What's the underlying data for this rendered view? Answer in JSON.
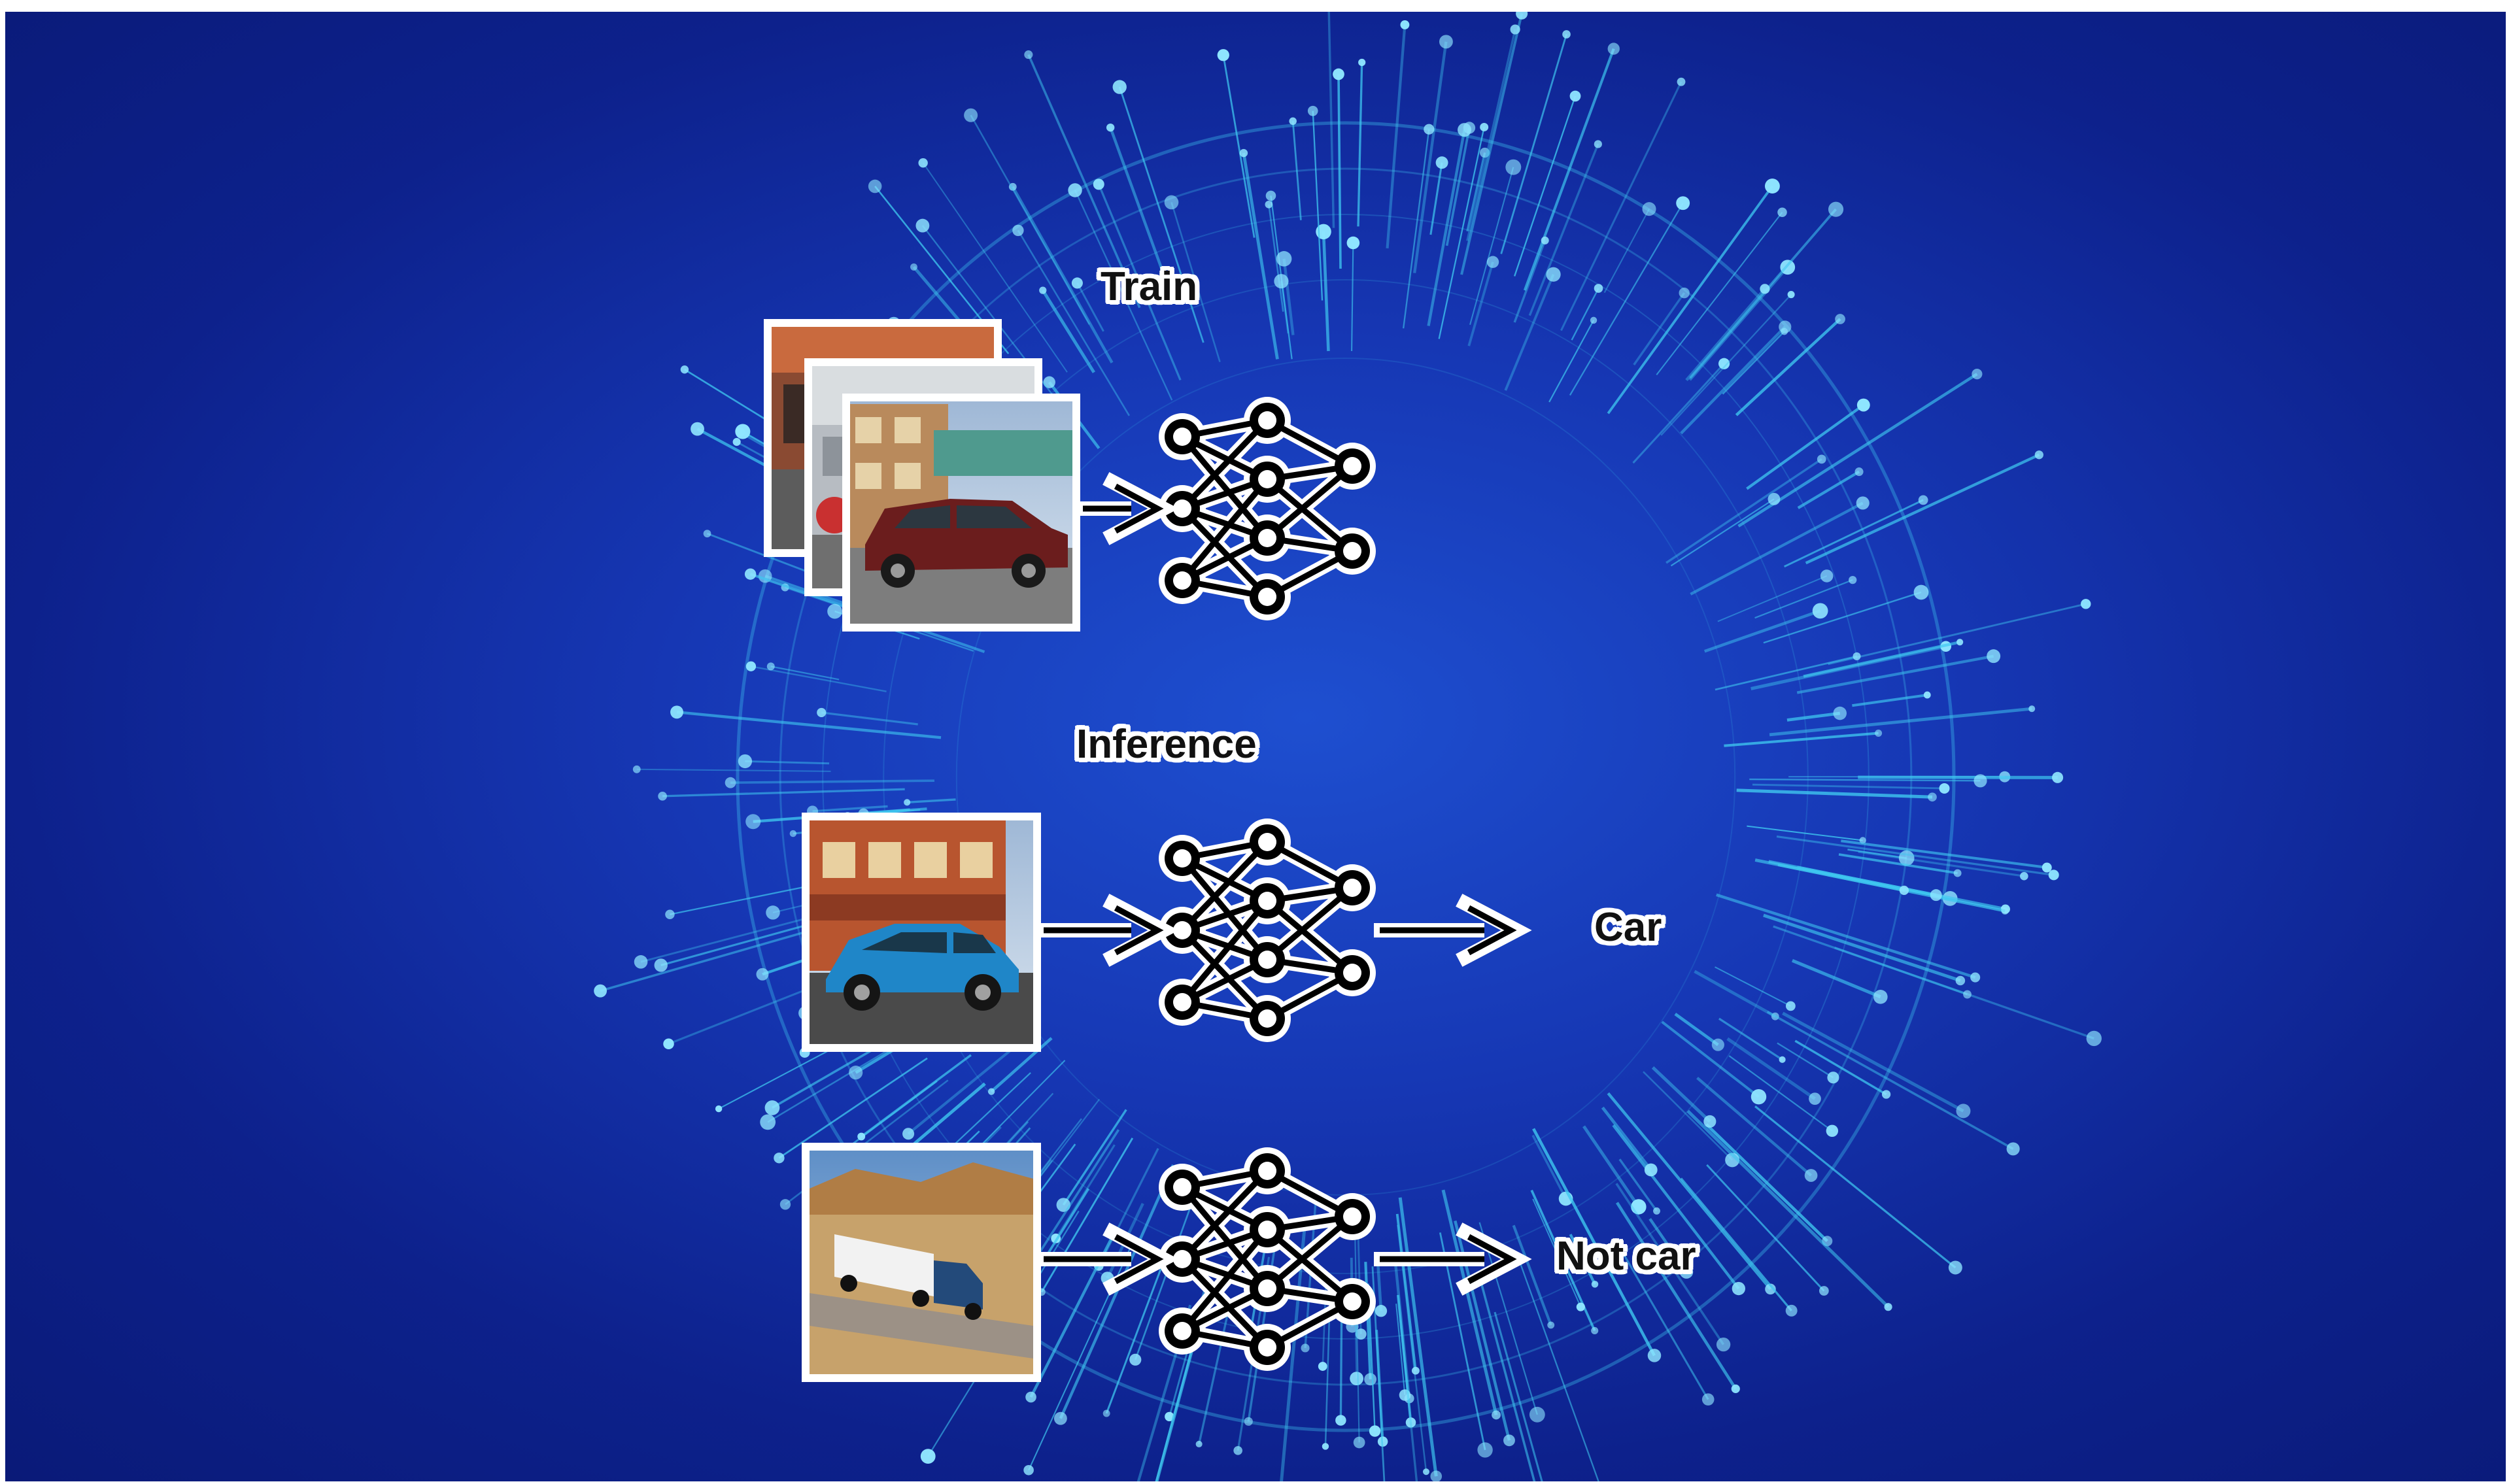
{
  "labels": {
    "train": "Train",
    "inference": "Inference",
    "car": "Car",
    "not_car": "Not car"
  },
  "colors": {
    "background": "#1637b4",
    "background_dark": "#0a1a78",
    "burst": "#3fc8f0",
    "burst_dot": "#8fe6ff",
    "network": "#000000",
    "outline": "#ffffff"
  },
  "icons": [
    "neural-network-icon",
    "arrow-icon"
  ]
}
